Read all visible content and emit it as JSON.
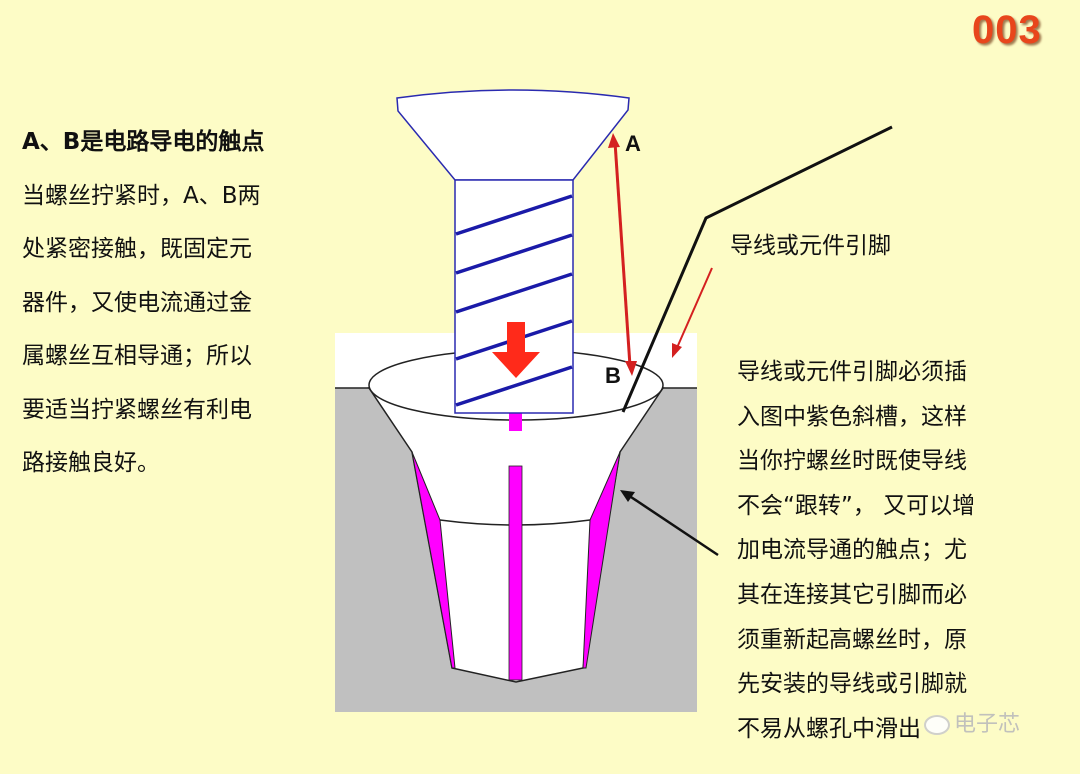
{
  "slide_number": "003",
  "left_text": {
    "lines": [
      "A、B是电路导电的触点",
      "当螺丝拧紧时，A、B两",
      "处紧密接触，既固定元",
      "器件，又使电流通过金",
      "属螺丝互相导通；所以",
      "要适当拧紧螺丝有利电",
      "路接触良好。"
    ]
  },
  "diagram": {
    "label_a": "A",
    "label_b": "B",
    "wire_label": "导线或元件引脚",
    "colors": {
      "background": "#fdfcc6",
      "thread": "#1a1aa8",
      "slot": "#ff00ff",
      "arrow": "#e02020",
      "board": "#c0c0c0"
    }
  },
  "right_text": {
    "lines": [
      "导线或元件引脚必须插",
      "入图中紫色斜槽，这样",
      "当你拧螺丝时既使导线",
      "不会“跟转”， 又可以增",
      "加电流导通的触点；尤",
      "其在连接其它引脚而必",
      "须重新起高螺丝时，原",
      "先安装的导线或引脚就",
      "不易从螺孔中滑出"
    ]
  },
  "watermark": "电子芯"
}
